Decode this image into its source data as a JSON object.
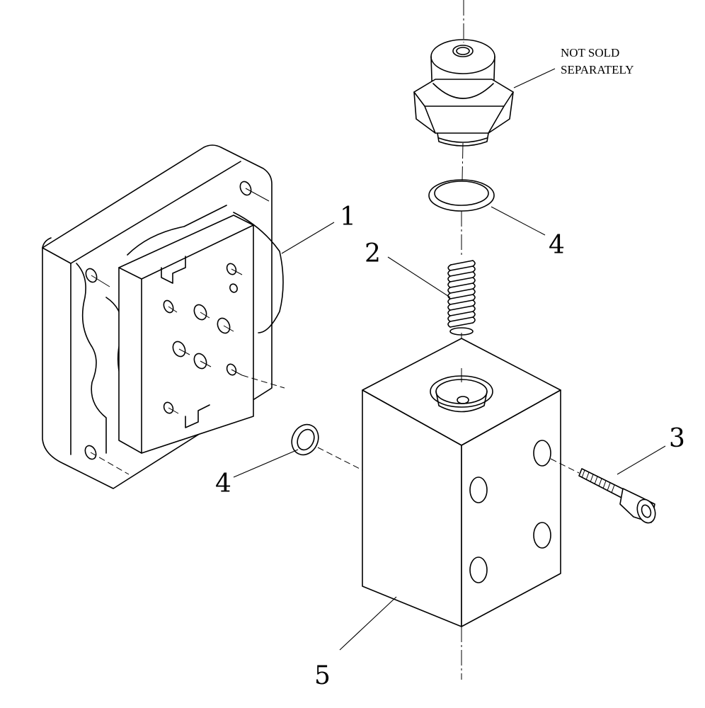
{
  "callouts": {
    "part_1": "1",
    "part_2": "2",
    "part_3": "3",
    "part_4_upper": "4",
    "part_4_lower": "4",
    "part_5": "5"
  },
  "note": {
    "line1": "NOT SOLD",
    "line2": "SEPARATELY"
  }
}
